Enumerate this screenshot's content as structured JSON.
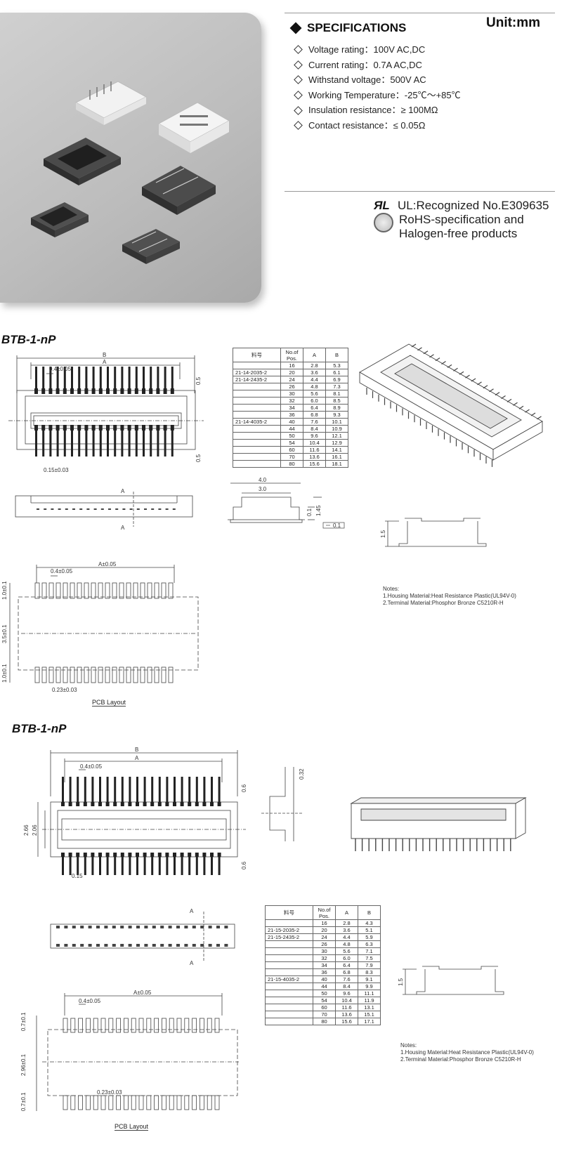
{
  "header": {
    "unit": "Unit:mm",
    "spec_title": "SPECIFICATIONS",
    "specs": [
      "Voltage rating：100V AC,DC",
      "Current rating：0.7A AC,DC",
      "Withstand voltage：500V AC",
      "Working Temperature：-25℃～+85℃",
      "Insulation resistance：≥ 100MΩ",
      "Contact resistance：≤ 0.05Ω"
    ],
    "ul_logo": "ЯL",
    "cert_line1": "UL:Recognized No.E309635",
    "cert_line2": "RoHS-specification and",
    "cert_line3": "Halogen-free products"
  },
  "section1": {
    "title": "BTB-1-nP",
    "dims": {
      "b": "B",
      "a": "A",
      "pitch": "0.4±0.05",
      "top_h": "0.5",
      "bot_h": "0.5",
      "pin_w": "0.15±0.03",
      "sec_a": "A",
      "sec_a2": "A",
      "side_w": "4.0",
      "side_inner": "3.0",
      "side_h1": "0.1",
      "side_h2": "1.45",
      "flat": "0.1",
      "height": "1.5",
      "pcb_a": "A±0.05",
      "pcb_pitch": "0.4±0.05",
      "pcb_pad_h": "1.0±0.1",
      "pcb_gap": "3.5±0.1",
      "pcb_pad_h2": "1.0±0.1",
      "pcb_pad_w": "0.23±0.03"
    },
    "table": {
      "headers": [
        "料号",
        "No.of Pos.",
        "A",
        "B"
      ],
      "rows": [
        [
          "",
          "16",
          "2.8",
          "5.3"
        ],
        [
          "21-14-2035-2",
          "20",
          "3.6",
          "6.1"
        ],
        [
          "21-14-2435-2",
          "24",
          "4.4",
          "6.9"
        ],
        [
          "",
          "26",
          "4.8",
          "7.3"
        ],
        [
          "",
          "30",
          "5.6",
          "8.1"
        ],
        [
          "",
          "32",
          "6.0",
          "8.5"
        ],
        [
          "",
          "34",
          "6.4",
          "8.9"
        ],
        [
          "",
          "36",
          "6.8",
          "9.3"
        ],
        [
          "21-14-4035-2",
          "40",
          "7.6",
          "10.1"
        ],
        [
          "",
          "44",
          "8.4",
          "10.9"
        ],
        [
          "",
          "50",
          "9.6",
          "12.1"
        ],
        [
          "",
          "54",
          "10.4",
          "12.9"
        ],
        [
          "",
          "60",
          "11.6",
          "14.1"
        ],
        [
          "",
          "70",
          "13.6",
          "16.1"
        ],
        [
          "",
          "80",
          "15.6",
          "18.1"
        ]
      ]
    },
    "notes": {
      "title": "Notes:",
      "n1": "1.Housing Material:Heat Resistance Plastic(UL94V-0)",
      "n2": "2.Terminal Material:Phosphor Bronze C5210R-H"
    },
    "pcb_label": "PCB Layout"
  },
  "section2": {
    "title": "BTB-1-nP",
    "dims": {
      "b": "B",
      "a": "A",
      "pitch": "0.4±0.05",
      "top_h": "0.6",
      "bot_h": "0.6",
      "outer_h": "2.66",
      "inner_h": "2.06",
      "pin_w": "0.15",
      "side_top": "0.32",
      "sec_a": "A",
      "sec_a2": "A",
      "height": "1.5",
      "pcb_a": "A±0.05",
      "pcb_pitch": "0.4±0.05",
      "pcb_pad_h": "0.7±0.1",
      "pcb_gap": "2.96±0.1",
      "pcb_pad_h2": "0.7±0.1",
      "pcb_pad_w": "0.23±0.03"
    },
    "table": {
      "headers": [
        "料号",
        "No.of Pos.",
        "A",
        "B"
      ],
      "rows": [
        [
          "",
          "16",
          "2.8",
          "4.3"
        ],
        [
          "21-15-2035-2",
          "20",
          "3.6",
          "5.1"
        ],
        [
          "21-15-2435-2",
          "24",
          "4.4",
          "5.9"
        ],
        [
          "",
          "26",
          "4.8",
          "6.3"
        ],
        [
          "",
          "30",
          "5.6",
          "7.1"
        ],
        [
          "",
          "32",
          "6.0",
          "7.5"
        ],
        [
          "",
          "34",
          "6.4",
          "7.9"
        ],
        [
          "",
          "36",
          "6.8",
          "8.3"
        ],
        [
          "21-15-4035-2",
          "40",
          "7.6",
          "9.1"
        ],
        [
          "",
          "44",
          "8.4",
          "9.9"
        ],
        [
          "",
          "50",
          "9.6",
          "11.1"
        ],
        [
          "",
          "54",
          "10.4",
          "11.9"
        ],
        [
          "",
          "60",
          "11.6",
          "13.1"
        ],
        [
          "",
          "70",
          "13.6",
          "15.1"
        ],
        [
          "",
          "80",
          "15.6",
          "17.1"
        ]
      ]
    },
    "notes": {
      "title": "Notes:",
      "n1": "1.Housing Material:Heat Resistance Plastic(UL94V-0)",
      "n2": "2.Terminal Material:Phosphor Bronze C5210R-H"
    },
    "pcb_label": "PCB Layout"
  }
}
